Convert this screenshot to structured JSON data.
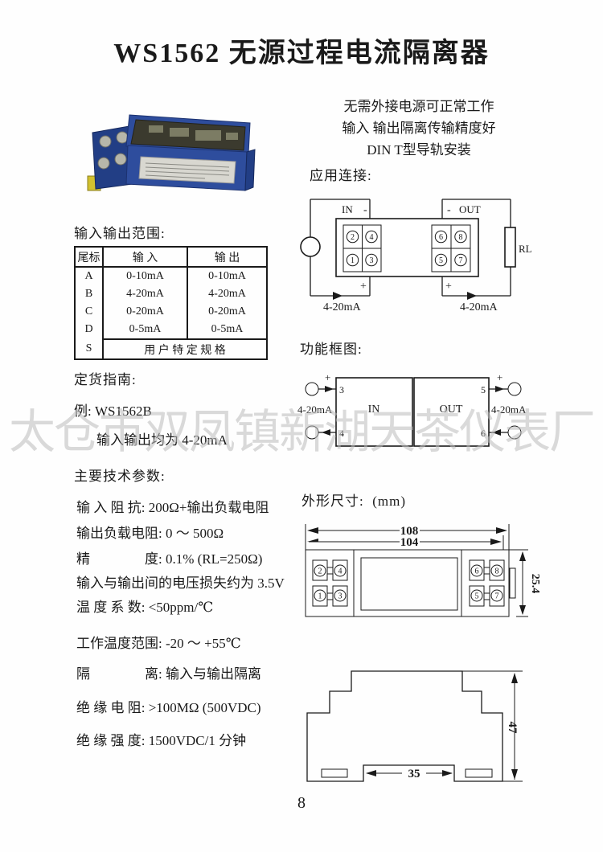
{
  "page": {
    "title": "WS1562  无源过程电流隔离器",
    "page_number": "8",
    "watermark": "太仓市双凤镇新湖天茶仪表厂"
  },
  "features": {
    "line1": "无需外接电源可正常工作",
    "line2": "输入 输出隔离传输精度好",
    "line3": "DIN T型导轨安装"
  },
  "sections": {
    "application": "应用连接:",
    "range": "输入输出范围:",
    "ordering": "定货指南:",
    "function": "功能框图:",
    "params": "主要技术参数:",
    "dimensions": "外形尺寸:",
    "dimensions_unit": "(mm)"
  },
  "ordering": {
    "example": "例: WS1562B",
    "note": "输入输出均为 4-20mA"
  },
  "app_diagram": {
    "in": "IN",
    "out": "OUT",
    "minus_in": "-",
    "minus_out": "-",
    "plus_in": "+",
    "plus_out": "+",
    "rl": "RL",
    "ma_in": "4-20mA",
    "ma_out": "4-20mA",
    "t1": "1",
    "t2": "2",
    "t3": "3",
    "t4": "4",
    "t5": "5",
    "t6": "6",
    "t7": "7",
    "t8": "8"
  },
  "range_table": {
    "headers": [
      "尾标",
      "输  入",
      "输  出"
    ],
    "rows": [
      [
        "A",
        "0-10mA",
        "0-10mA"
      ],
      [
        "B",
        "4-20mA",
        "4-20mA"
      ],
      [
        "C",
        "0-20mA",
        "0-20mA"
      ],
      [
        "D",
        "0-5mA",
        "0-5mA"
      ]
    ],
    "special": {
      "code": "S",
      "label": "用  户  特  定  规  格"
    }
  },
  "func_diagram": {
    "in": "IN",
    "out": "OUT",
    "t3": "3",
    "t4": "4",
    "t5": "5",
    "t6": "6",
    "plus_in": "+",
    "plus_out": "+",
    "ma_in": "4-20mA",
    "ma_out": "4-20mA"
  },
  "specs": [
    "输 入 阻 抗: 200Ω+输出负载电阻",
    "输出负载电阻: 0 ～ 500Ω",
    "精　　　　度: 0.1% (RL=250Ω)",
    "输入与输出间的电压损失约为 3.5V",
    "温 度 系 数: <50ppm/℃",
    "工作温度范围: -20 ～ +55℃",
    "隔　　　　离: 输入与输出隔离",
    "绝 缘 电 阻: >100MΩ (500VDC)",
    "绝 缘 强 度: 1500VDC/1 分钟"
  ],
  "dim_top": {
    "d_108": "108",
    "d_104": "104",
    "d_25": "25.4",
    "t1": "1",
    "t2": "2",
    "t3": "3",
    "t4": "4",
    "t5": "5",
    "t6": "6",
    "t7": "7",
    "t8": "8"
  },
  "dim_side": {
    "d_47": "47",
    "d_35": "35"
  },
  "photo_colors": {
    "body": "#2e4d9d",
    "dark_body": "#223e85",
    "pcb": "#3b3a2e",
    "component": "#7c7c64",
    "label": "#d8d7d0",
    "clip": "#d2c12f",
    "screw": "#b6b6aa"
  }
}
